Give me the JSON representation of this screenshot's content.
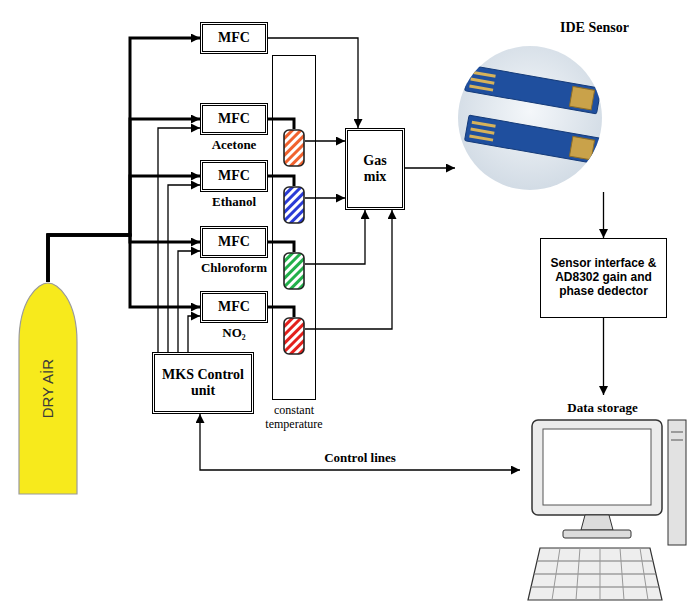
{
  "diagram": {
    "nodes": [
      {
        "text": [
          "MFC"
        ]
      },
      {
        "text": [
          "MFC"
        ]
      },
      {
        "text": [
          "MFC"
        ]
      },
      {
        "text": [
          "MFC"
        ]
      },
      {
        "text": [
          "MFC"
        ]
      },
      {
        "text": [
          "constant temperature"
        ]
      },
      {
        "text": [
          "Acetone"
        ],
        "in": 5
      },
      {
        "text": [
          "Ethanol"
        ],
        "in": 5
      },
      {
        "text": [
          "Chloroform"
        ],
        "in": 5
      },
      {
        "text": [
          "NO₂"
        ],
        "in": 5
      },
      {
        "text": [
          "Gas mix"
        ]
      },
      {
        "text": [
          "IDE Sensor"
        ]
      },
      {
        "text": [
          "DRY AİR"
        ]
      },
      {
        "text": [
          "Sensor interface & AD8302 gain and phase dedector"
        ]
      },
      {
        "text": [
          "MKS Control unit"
        ]
      },
      {
        "text": [
          "Data storage"
        ]
      }
    ],
    "edges": [
      {
        "from": 12,
        "to": 0,
        "arrow": "to"
      },
      {
        "from": 12,
        "to": 1,
        "arrow": "to"
      },
      {
        "from": 12,
        "to": 2,
        "arrow": "to"
      },
      {
        "from": 12,
        "to": 3,
        "arrow": "to"
      },
      {
        "from": 12,
        "to": 4,
        "arrow": "to"
      },
      {
        "from": 0,
        "to": 10,
        "arrow": "to"
      },
      {
        "from": 1,
        "to": 6,
        "arrow": "none"
      },
      {
        "from": 6,
        "to": 10,
        "arrow": "to"
      },
      {
        "from": 2,
        "to": 7,
        "arrow": "none"
      },
      {
        "from": 7,
        "to": 10,
        "arrow": "to"
      },
      {
        "from": 3,
        "to": 8,
        "arrow": "none"
      },
      {
        "from": 8,
        "to": 10,
        "arrow": "to"
      },
      {
        "from": 4,
        "to": 9,
        "arrow": "none"
      },
      {
        "from": 9,
        "to": 10,
        "arrow": "to"
      },
      {
        "from": 10,
        "to": 11,
        "arrow": "to"
      },
      {
        "from": 11,
        "to": 13,
        "arrow": "to"
      },
      {
        "from": 13,
        "to": 15,
        "arrow": "to"
      },
      {
        "from": 14,
        "to": 1,
        "arrow": "to"
      },
      {
        "from": 14,
        "to": 2,
        "arrow": "to"
      },
      {
        "from": 14,
        "to": 3,
        "arrow": "to"
      },
      {
        "from": 14,
        "to": 4,
        "arrow": "to"
      },
      {
        "from": 14,
        "to": 15,
        "label": "Control lines",
        "arrow": "both"
      }
    ]
  }
}
